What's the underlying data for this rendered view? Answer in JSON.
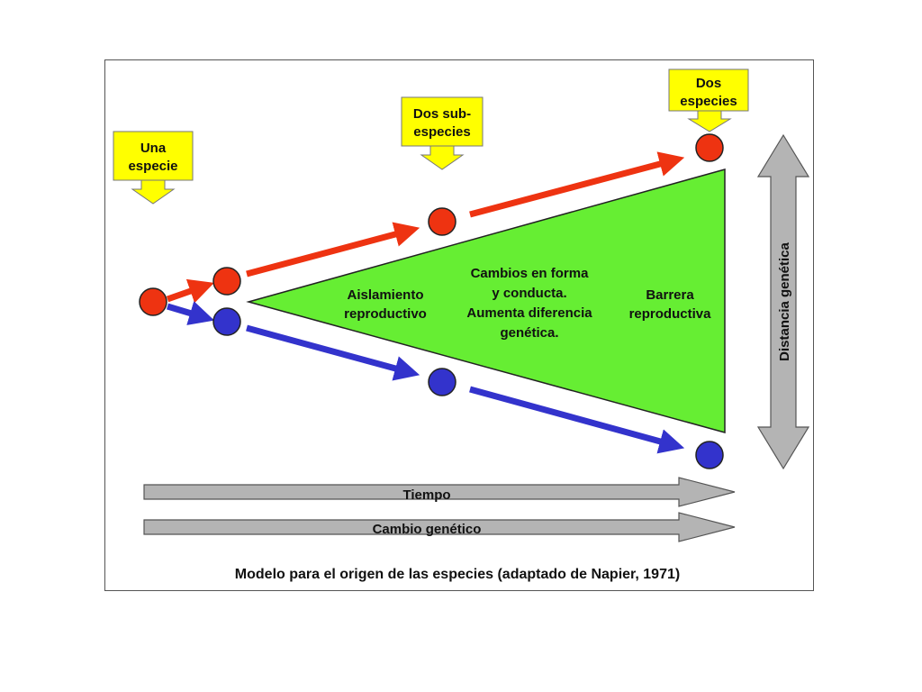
{
  "callouts": {
    "one_species": [
      "Una",
      "especie"
    ],
    "two_subspecies": [
      "Dos sub-",
      "especies"
    ],
    "two_species": [
      "Dos",
      "especies"
    ]
  },
  "regions": {
    "isolation": [
      "Aislamiento",
      "reproductivo"
    ],
    "changes": [
      "Cambios en forma",
      "y conducta.",
      "Aumenta diferencia",
      "genética."
    ],
    "barrier": [
      "Barrera",
      "reproductiva"
    ]
  },
  "bars": {
    "time": "Tiempo",
    "genetic_change": "Cambio genético"
  },
  "vertical_axis": "Distancia genética",
  "caption": "Modelo para el origen de las especies (adaptado de Napier, 1971)",
  "colors": {
    "red": "#ee3311",
    "blue": "#3333cc",
    "green": "#66ee33",
    "yellow": "#ffff00",
    "gray": "#b4b4b4"
  }
}
